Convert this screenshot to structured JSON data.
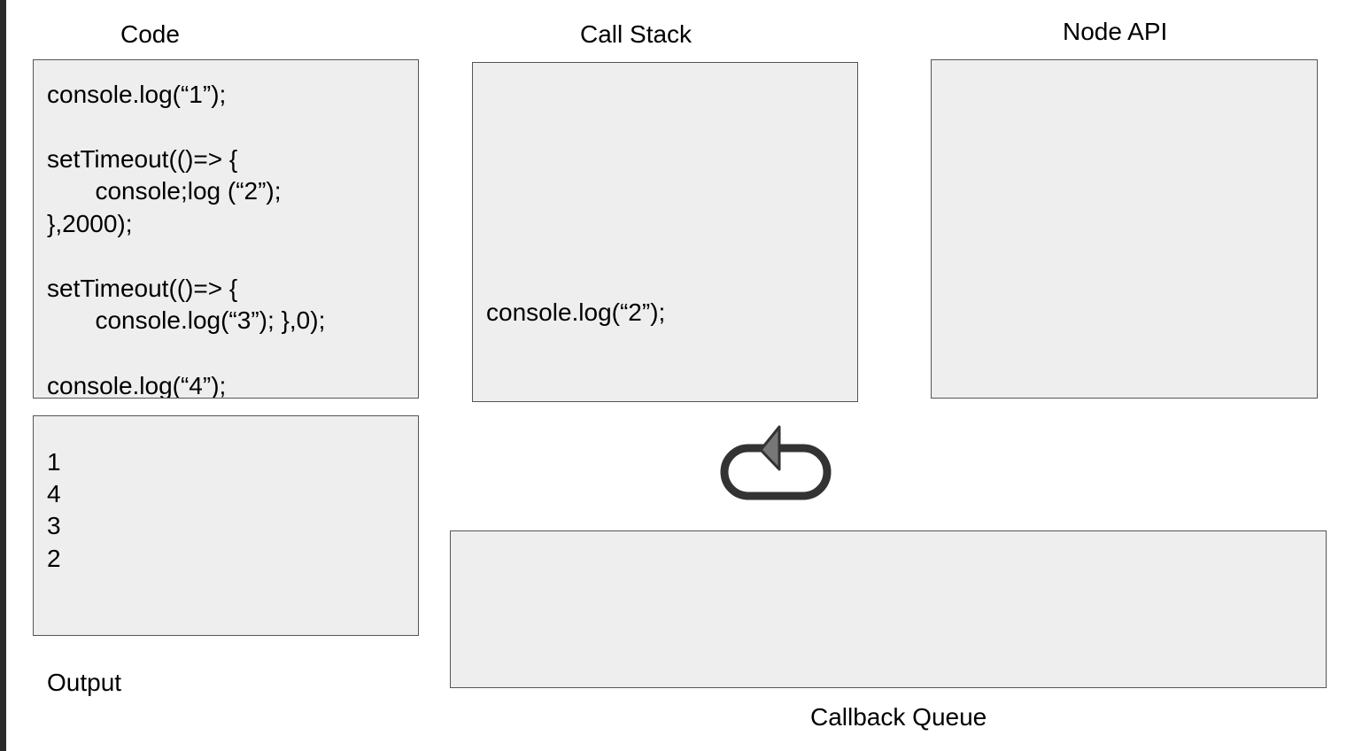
{
  "labels": {
    "code": "Code",
    "call_stack": "Call Stack",
    "node_api": "Node API",
    "output": "Output",
    "callback_queue": "Callback Queue"
  },
  "code_lines": [
    "console.log(“1”);",
    "",
    "setTimeout(()=> {",
    "       console;log (“2”);",
    "},2000);",
    "",
    "setTimeout(()=> {",
    "       console.log(“3”); },0);",
    "",
    "console.log(“4”);"
  ],
  "output_lines": [
    "1",
    "4",
    "3",
    "2"
  ],
  "call_stack_items": [
    "console.log(“2”);"
  ],
  "node_api_items": [],
  "callback_queue_items": [],
  "icons": {
    "event_loop": "event-loop-icon"
  },
  "colors": {
    "panel_fill": "#eeeeee",
    "panel_border": "#555555",
    "loop_stroke": "#333333",
    "loop_arrow": "#777777"
  }
}
